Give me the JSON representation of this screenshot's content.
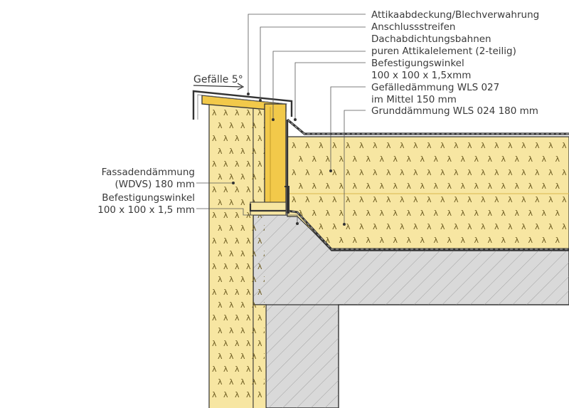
{
  "labels_right": [
    "Attikaabdeckung/Blechverwahrung",
    "Anschlussstreifen",
    "Dachabdichtungsbahnen",
    "puren Attikalelement (2-teilig)",
    "Befestigungswinkel",
    "100 x 100 x 1,5xmm",
    "Gefälledämmung WLS 027",
    "im Mittel 150 mm",
    "Grunddämmung WLS 024 180 mm"
  ],
  "labels_left": [
    "Fassadendämmung",
    "(WDVS) 180 mm",
    "Befestigungswinkel",
    "100 x 100 x 1,5 mm"
  ],
  "slope_label": "Gefälle 5°",
  "insulation_symbol": "λ",
  "colors": {
    "insulation": "#f7e6a2",
    "insulation_dark": "#f0d77e",
    "wood": "#f2c94a",
    "concrete": "#d9d9d9",
    "outline": "#333333"
  }
}
